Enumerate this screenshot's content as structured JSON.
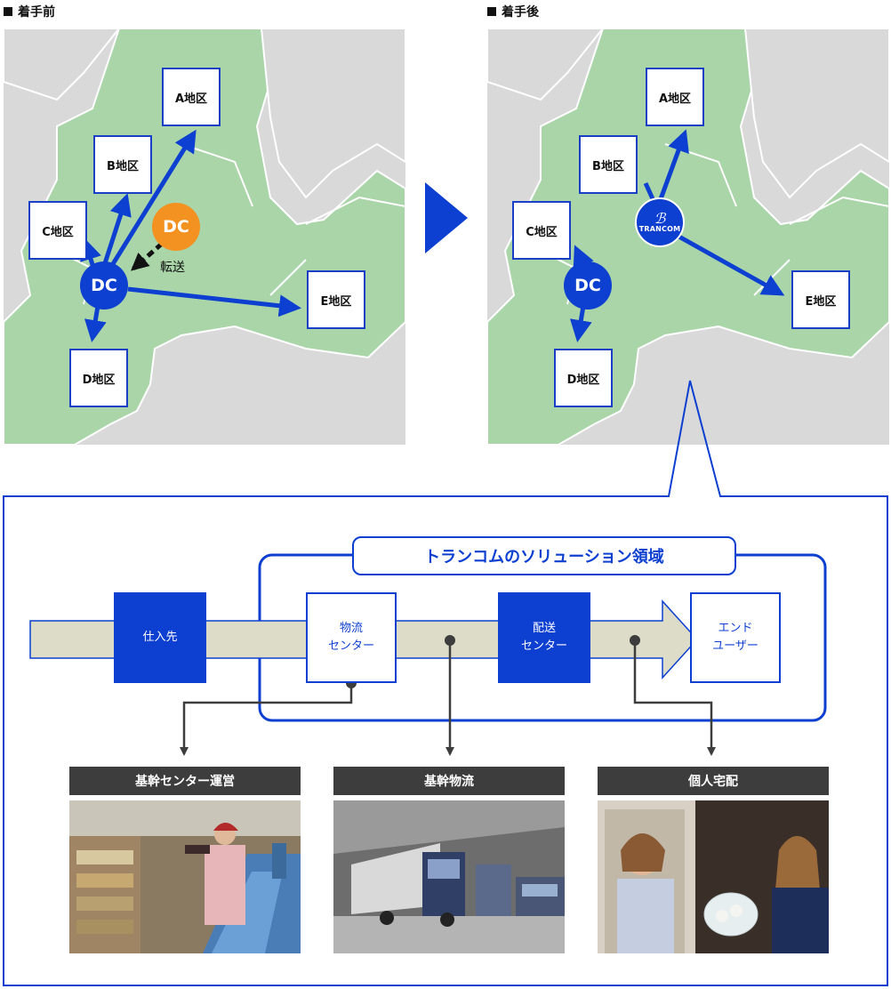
{
  "headers": {
    "before": "着手前",
    "after": "着手後"
  },
  "before_map": {
    "districts": {
      "a": "A地区",
      "b": "B地区",
      "c": "C地区",
      "d": "D地区",
      "e": "E地区"
    },
    "dc_main": "DC",
    "dc_transfer": "DC",
    "transfer_label": "転送"
  },
  "after_map": {
    "districts": {
      "a": "A地区",
      "b": "B地区",
      "c": "C地区",
      "d": "D地区",
      "e": "E地区"
    },
    "dc": "DC",
    "trancom_mark": "ℬ",
    "trancom_word": "TRANCOM"
  },
  "solution": {
    "region_title": "トランコムのソリューション領域",
    "stages": {
      "supplier": "仕入先",
      "logistics_center": "物流\nセンター",
      "delivery_center": "配送\nセンター",
      "end_user": "エンド\nユーザー"
    },
    "services": {
      "core_center": "基幹センター運営",
      "core_logistics": "基幹物流",
      "home_delivery": "個人宅配"
    }
  },
  "colors": {
    "accent_blue": "#0d3fd1",
    "land_green": "#a9d5a9",
    "sea_gray": "#d9d9d9",
    "transfer_orange": "#f39221",
    "flow_band": "#dcdcc8",
    "service_bar": "#3d3d3d"
  }
}
